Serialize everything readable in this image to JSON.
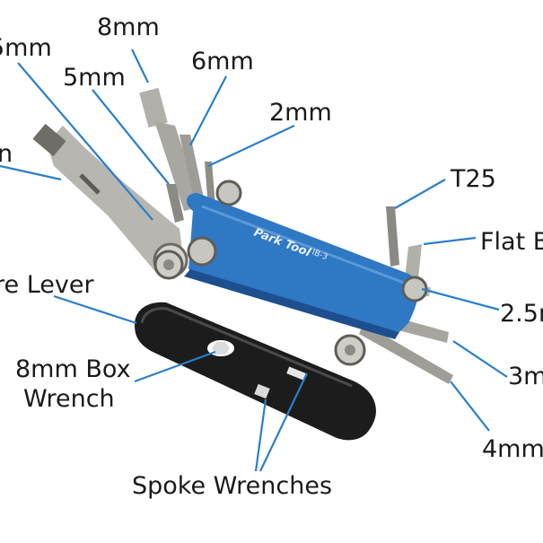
{
  "image": {
    "brand_text": "Park Tool",
    "model_text": "IB-3",
    "colors": {
      "body_blue": "#2f78c4",
      "body_blue_dark": "#1d4f8e",
      "steel": "#b9b7b2",
      "steel_dark": "#7d7b76",
      "lever_black": "#1c1c1c",
      "leader_blue": "#2a7fc8"
    }
  },
  "labels": {
    "l_8mm": "8mm",
    "l_6mm": "6mm",
    "l_5mm": "5mm",
    "l_5mm_cut": "5mm",
    "l_2mm": "2mm",
    "l_chain": "n",
    "l_t25": "T25",
    "l_flat": "Flat B",
    "l_tire": "re Lever",
    "l_25": "2.5m",
    "l_box1": "8mm Box",
    "l_box2": "Wrench",
    "l_3mm": "3m",
    "l_4mm": "4mm",
    "l_spoke": "Spoke Wrenches"
  }
}
